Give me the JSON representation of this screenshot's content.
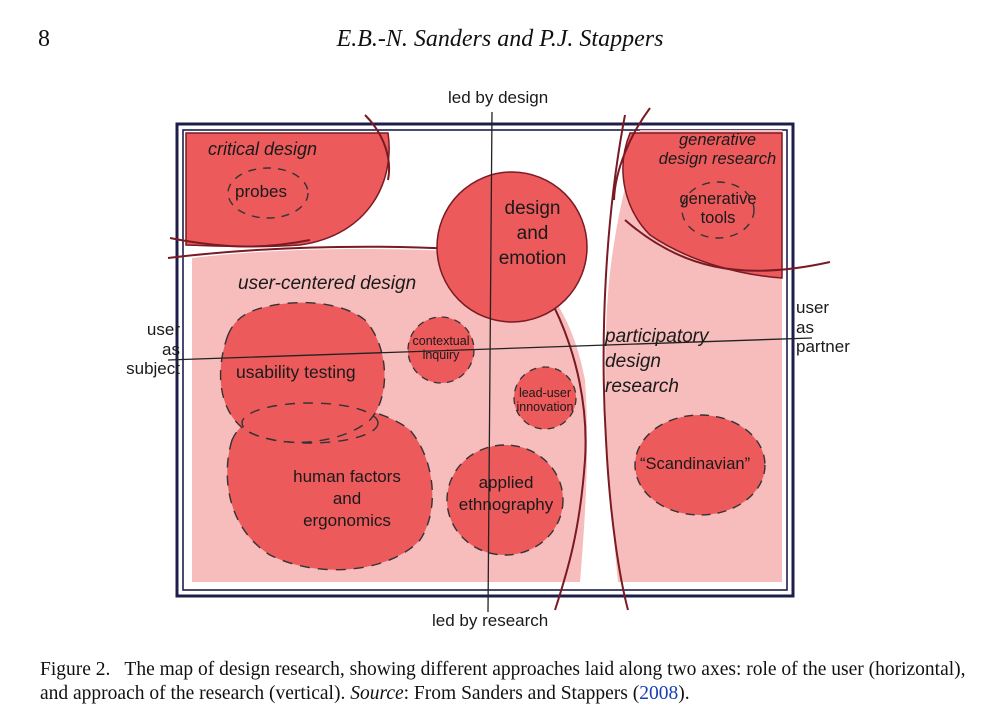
{
  "header": {
    "page_number": "8",
    "running_head": "E.B.-N. Sanders and P.J. Stappers"
  },
  "figure": {
    "axis_labels": {
      "top": "led by design",
      "bottom": "led by research",
      "left": [
        "user",
        "as",
        "subject"
      ],
      "right": [
        "user",
        "as",
        "partner"
      ]
    },
    "regions": {
      "critical_design": "critical design",
      "probes": "probes",
      "design_and_emotion": [
        "design",
        "and",
        "emotion"
      ],
      "generative_design_research": [
        "generative",
        "design research"
      ],
      "generative_tools": [
        "generative",
        "tools"
      ],
      "user_centered_design": "user-centered design",
      "participatory_design_research": [
        "participatory",
        "design",
        "research"
      ],
      "usability_testing": "usability testing",
      "contextual_inquiry": [
        "contextual",
        "inquiry"
      ],
      "lead_user_innovation": [
        "lead-user",
        "innovation"
      ],
      "human_factors": [
        "human factors",
        "and",
        "ergonomics"
      ],
      "applied_ethnography": [
        "applied",
        "ethnography"
      ],
      "scandinavian": "“Scandinavian”"
    },
    "colors": {
      "light_region": "#f7bcbc",
      "strong_region": "#ec5a5c",
      "outline": "#7a1a22",
      "frame": "#1d1f4a"
    }
  },
  "caption": {
    "label": "Figure 2.",
    "text": "The map of design research, showing different approaches laid along two axes: role of the user (horizontal), and approach of the research (vertical).",
    "source_label": "Source",
    "source_text": ": From Sanders and Stappers (",
    "source_year": "2008",
    "source_end": ")."
  }
}
